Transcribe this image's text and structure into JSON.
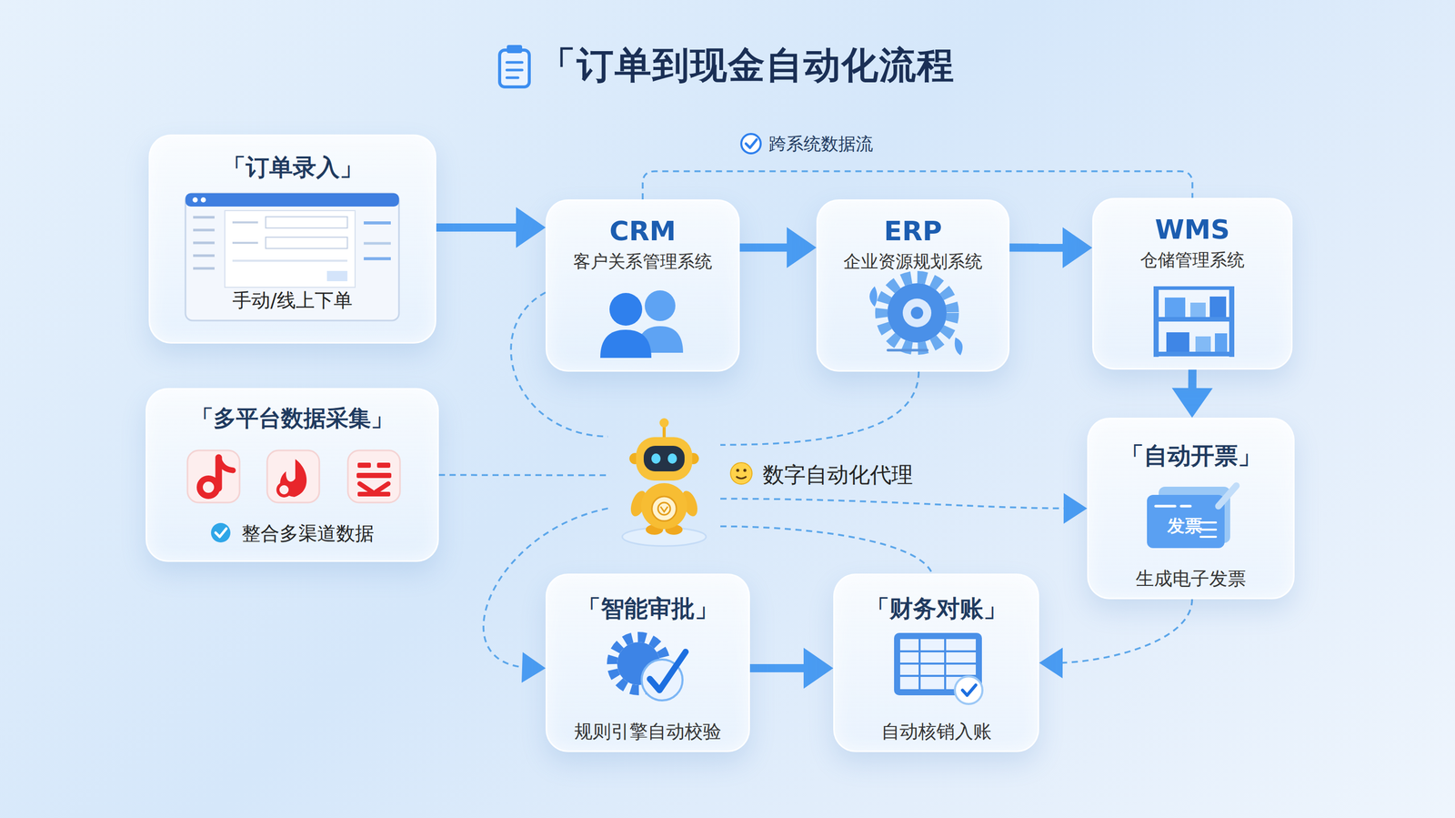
{
  "diagram": {
    "title": "「订单到现金自动化流程",
    "nodes": [
      {
        "text": [
          "「订单录入」",
          "手动/线上下单"
        ]
      },
      {
        "text": [
          "CRM",
          "客户关系管理系统"
        ]
      },
      {
        "text": [
          "ERP",
          "企业资源规划系统"
        ]
      },
      {
        "text": [
          "WMS",
          "仓储管理系统"
        ]
      },
      {
        "text": [
          "「多平台数据采集」",
          "整合多渠道数据"
        ]
      },
      {
        "text": [
          "数字自动化代理"
        ]
      },
      {
        "text": [
          "「自动开票」",
          "生成电子发票"
        ]
      },
      {
        "text": [
          "「智能审批」",
          "规则引擎自动校验"
        ]
      },
      {
        "text": [
          "「财务对账」",
          "自动核销入账"
        ]
      }
    ],
    "edges": [
      {
        "from": 0,
        "to": 1,
        "arrow": "to"
      },
      {
        "from": 1,
        "to": 2,
        "arrow": "to"
      },
      {
        "from": 2,
        "to": 3,
        "arrow": "to"
      },
      {
        "from": 1,
        "to": 3,
        "label": "跨系统数据流",
        "arrow": "none"
      },
      {
        "from": 3,
        "to": 6,
        "arrow": "to"
      },
      {
        "from": 1,
        "to": 5,
        "arrow": "none"
      },
      {
        "from": 2,
        "to": 5,
        "arrow": "none"
      },
      {
        "from": 4,
        "to": 5,
        "arrow": "none"
      },
      {
        "from": 5,
        "to": 6,
        "arrow": "to"
      },
      {
        "from": 5,
        "to": 7,
        "arrow": "to"
      },
      {
        "from": 5,
        "to": 8,
        "arrow": "none"
      },
      {
        "from": 7,
        "to": 8,
        "arrow": "to"
      },
      {
        "from": 6,
        "to": 8,
        "arrow": "to"
      }
    ],
    "labels": [
      "发票"
    ]
  }
}
